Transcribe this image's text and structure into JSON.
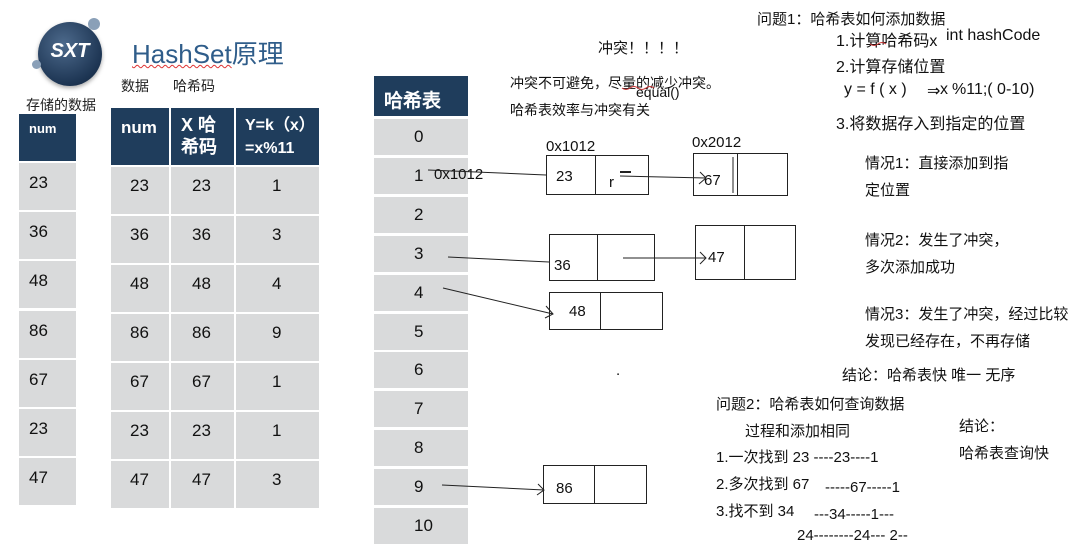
{
  "logo": {
    "text": "SXT"
  },
  "title": {
    "prefix": "HashSet",
    "suffix": "原理"
  },
  "labels": {
    "data_label": "数据",
    "hash_label": "哈希码",
    "stored_label": "存储的数据"
  },
  "stored_column": {
    "header": "num",
    "values": [
      "23",
      "36",
      "48",
      "86",
      "67",
      "23",
      "47"
    ]
  },
  "calc_table": {
    "headers": {
      "num": "num",
      "x_line1": "X 哈",
      "x_line2": "希码",
      "y_line1": "Y=k（x）",
      "y_line2": "=x%11"
    },
    "rows": [
      {
        "num": "23",
        "x": "23",
        "y": "1"
      },
      {
        "num": "36",
        "x": "36",
        "y": "3"
      },
      {
        "num": "48",
        "x": "48",
        "y": "4"
      },
      {
        "num": "86",
        "x": "86",
        "y": "9"
      },
      {
        "num": "67",
        "x": "67",
        "y": "1"
      },
      {
        "num": "23",
        "x": "23",
        "y": "1"
      },
      {
        "num": "47",
        "x": "47",
        "y": "3"
      }
    ]
  },
  "hash_table": {
    "header": "哈希表",
    "indices": [
      "0",
      "1",
      "2",
      "3",
      "4",
      "5",
      "6",
      "7",
      "8",
      "9",
      "10"
    ]
  },
  "nodes": {
    "addr1": "0x1012",
    "addr2": "0x2012",
    "bucket_addr": "0x1012",
    "n23": "23",
    "r": "r",
    "n67": "67",
    "n36": "36",
    "n47": "47",
    "n48": "48",
    "n86": "86"
  },
  "middle_notes": {
    "collision": "冲突！！！！",
    "line1": "冲突不可避免，尽量的减少冲突。",
    "equal": "equal()",
    "line2": "哈希表效率与冲突有关",
    "dot": "."
  },
  "right_notes": {
    "q1": "问题1：哈希表如何添加数据",
    "s1": "1.计算哈希码x",
    "s1b": "int hashCode",
    "s2": "2.计算存储位置",
    "formula": "y = f ( x )",
    "arrow": "⇒",
    "formula2": "x",
    "formula3": "%11;( 0-10)",
    "s3": "3.将数据存入到指定的位置",
    "c1a": "情况1：直接添加到指",
    "c1b": "定位置",
    "c2a": "情况2：发生了冲突，",
    "c2b": "多次添加成功",
    "c3a": "情况3：发生了冲突，经过比较",
    "c3b": "发现已经存在，不再存储",
    "concl1": "结论：哈希表快   唯一    无序",
    "q2": "问题2：哈希表如何查询数据",
    "q2a": "过程和添加相同",
    "concl2a": "结论：",
    "concl2b": "哈希表查询快",
    "f1": "1.一次找到  23 ----23----1",
    "f2a": "2.多次找到  67",
    "f2b": "-----67-----1",
    "f3a": "3.找不到  34",
    "f3b": "---34-----1---",
    "f4": "24--------24---  2--"
  }
}
